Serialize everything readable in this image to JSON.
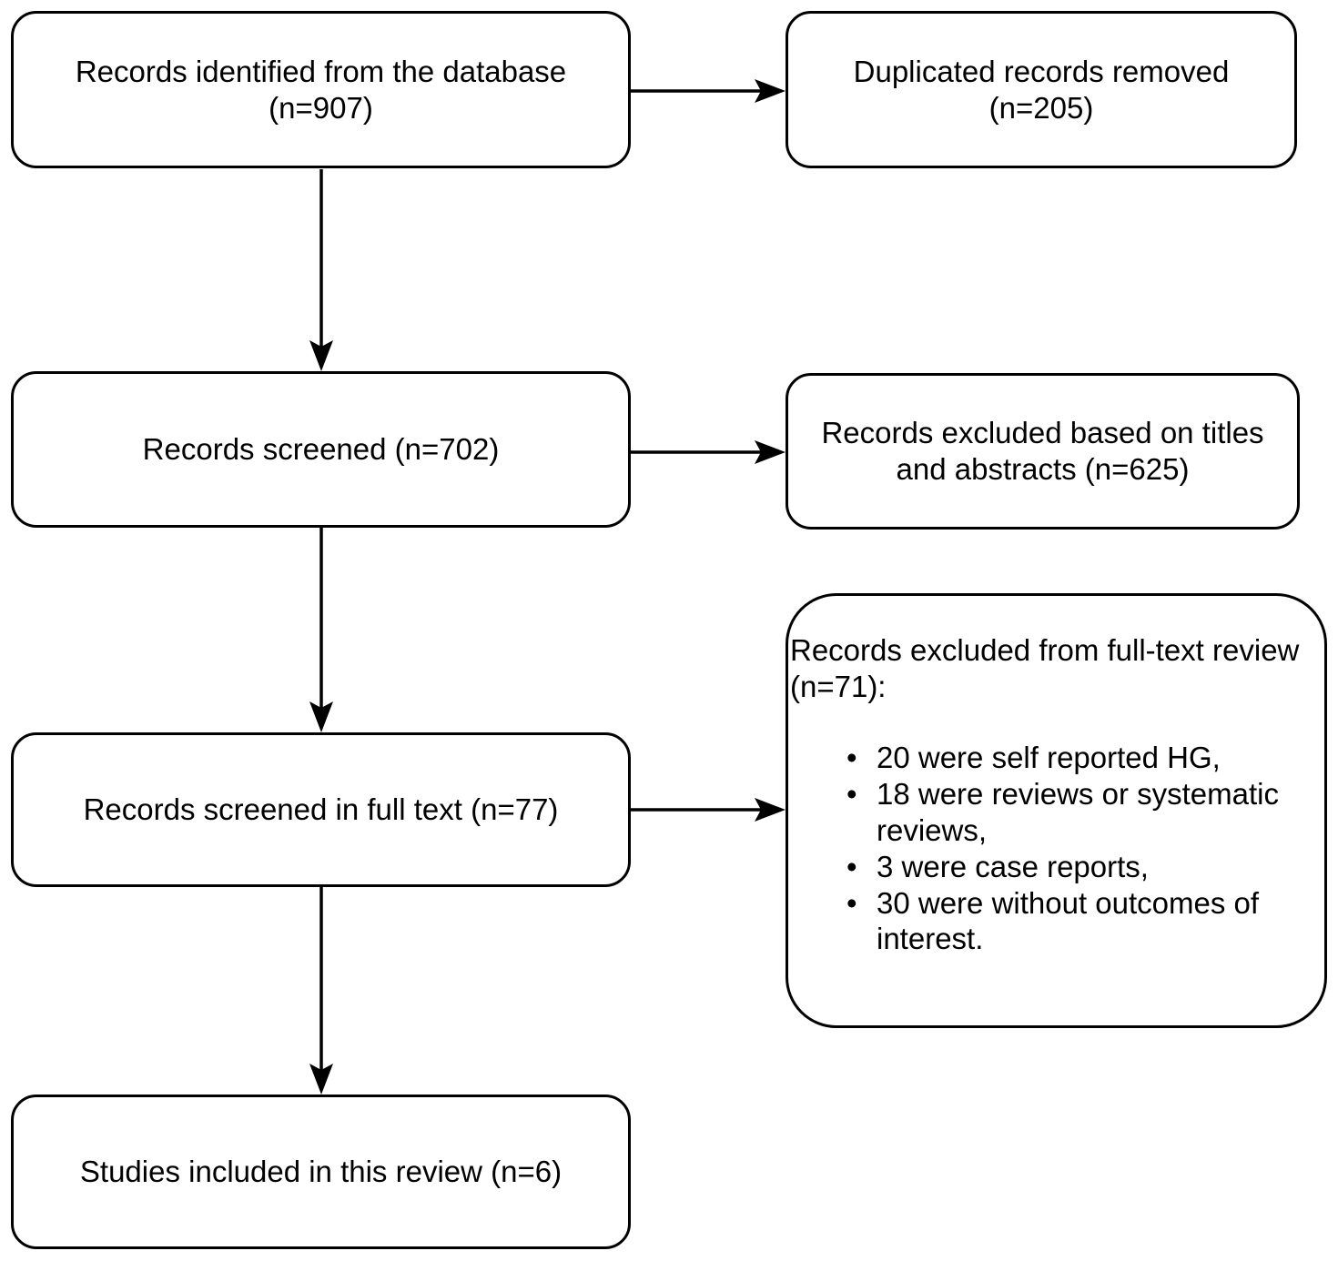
{
  "flowchart": {
    "boxes": {
      "identified": {
        "label": "Records identified from the database (n=907)"
      },
      "duplicates_removed": {
        "label": "Duplicated records removed (n=205)"
      },
      "screened": {
        "label": "Records screened (n=702)"
      },
      "excluded_titles_abstracts": {
        "label": "Records excluded based on titles and abstracts (n=625)"
      },
      "full_text_screened": {
        "label": "Records screened in full text (n=77)"
      },
      "excluded_full_text": {
        "heading": "Records excluded from full-text review (n=71):",
        "reasons": [
          "20 were self reported HG,",
          "18 were reviews or systematic reviews,",
          "3 were case reports,",
          "30 were without outcomes of interest."
        ]
      },
      "included": {
        "label": "Studies included in this review (n=6)"
      }
    },
    "colors": {
      "line": "#000000",
      "text": "#000000",
      "background": "#ffffff"
    }
  }
}
